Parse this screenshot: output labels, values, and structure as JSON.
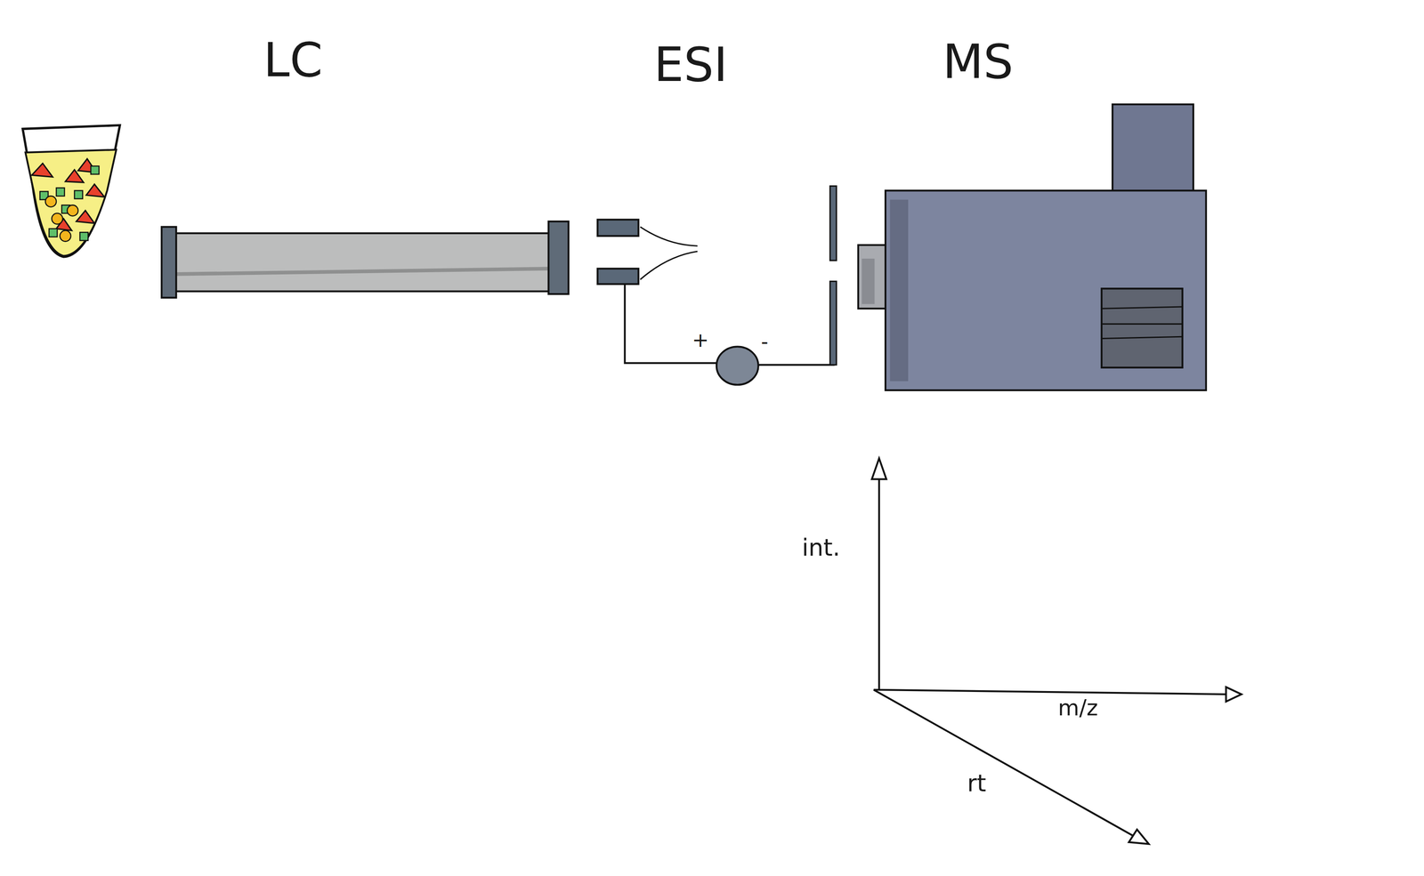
{
  "diagram": {
    "labels": [
      "LC",
      "ESI",
      "MS",
      "+",
      "-",
      "int.",
      "m/z",
      "rt"
    ]
  }
}
